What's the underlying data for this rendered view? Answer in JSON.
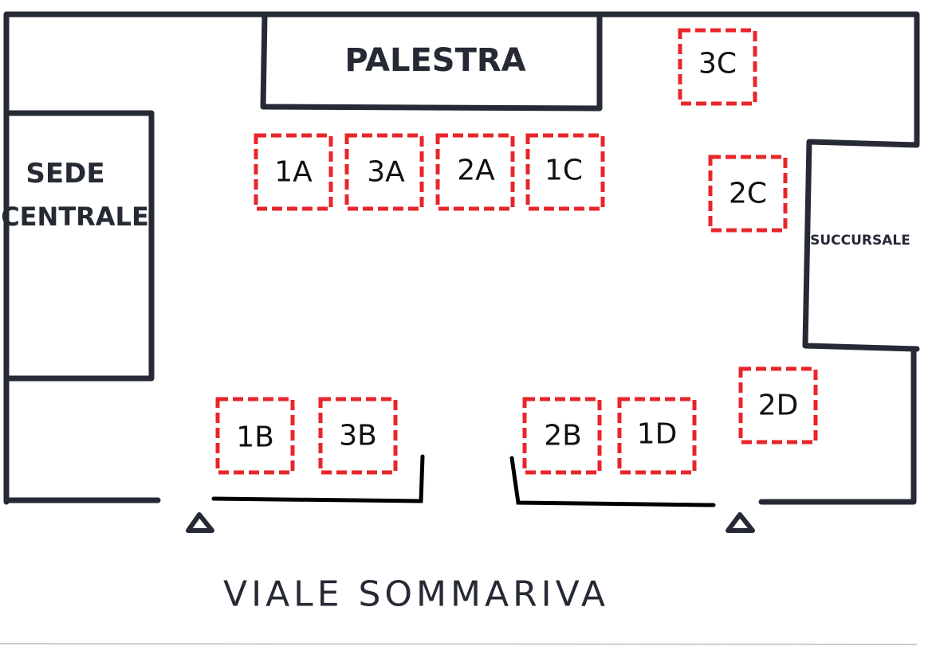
{
  "map": {
    "buildings": {
      "palestra": "PALESTRA",
      "sede_line1": "SEDE",
      "sede_line2": "CENTRALE",
      "succursale": "SUCCURSALE"
    },
    "street": "VIALE SOMMARIVA",
    "zones": [
      "1A",
      "3A",
      "2A",
      "1C",
      "3C",
      "2C",
      "1B",
      "3B",
      "2B",
      "1D",
      "2D"
    ],
    "entrances": [
      "entrance-left",
      "entrance-right"
    ],
    "colors": {
      "zone_outline": "#e8262a",
      "wall": "#262a35",
      "background": "#ffffff"
    }
  }
}
